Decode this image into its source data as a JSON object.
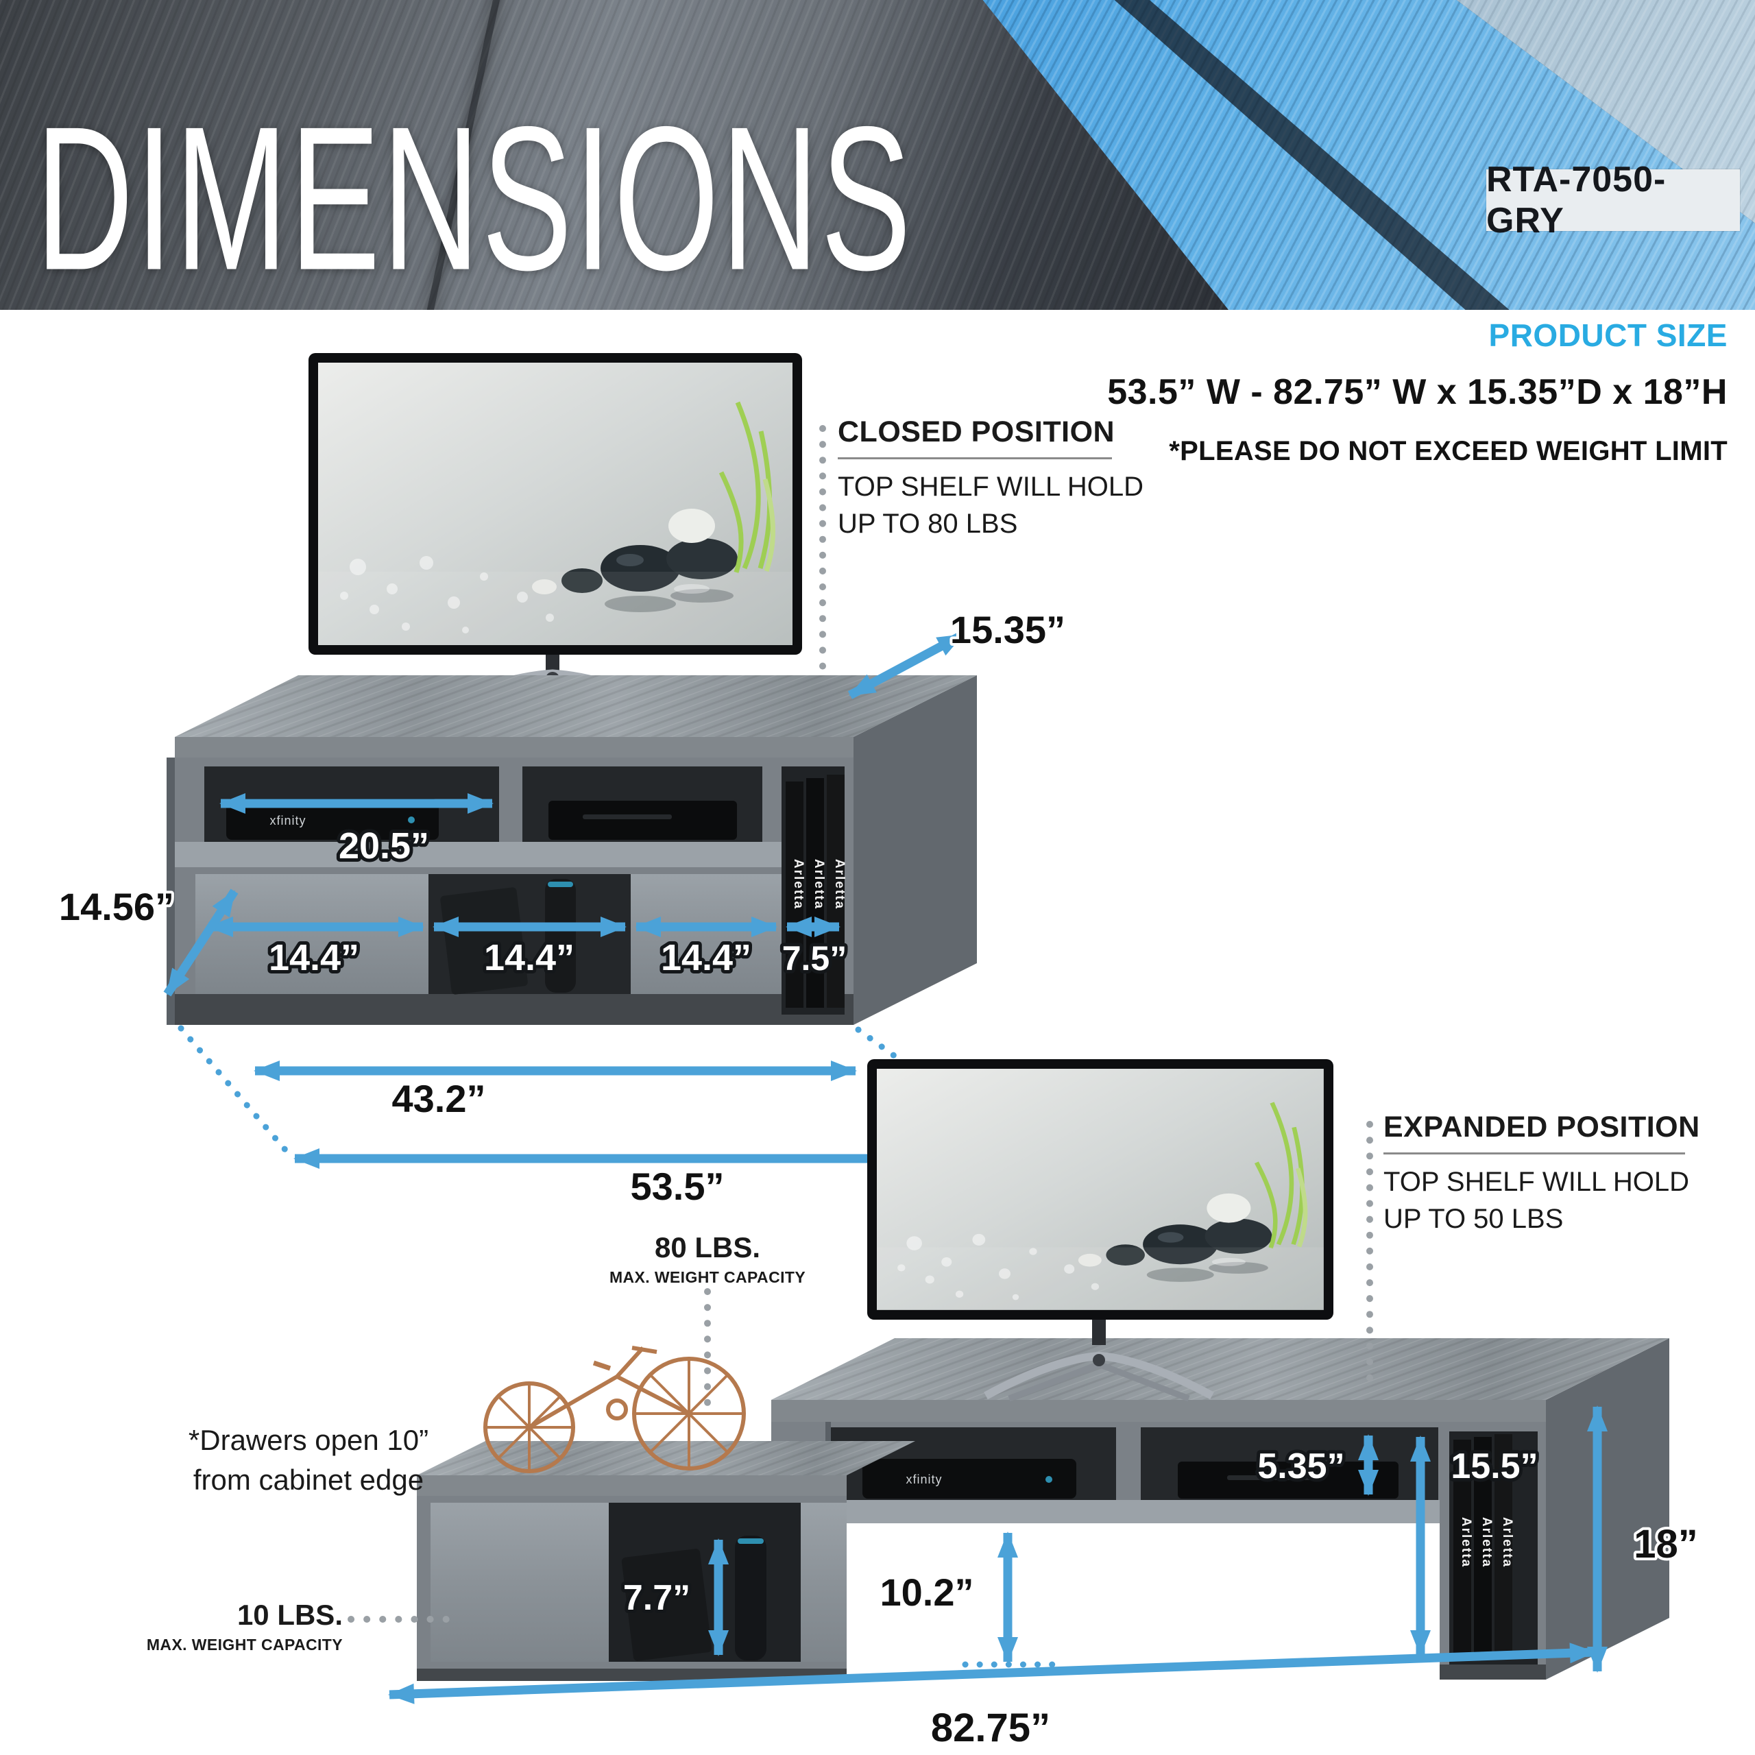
{
  "banner": {
    "title": "DIMENSIONS",
    "model": "RTA-7050-GRY"
  },
  "product_size": {
    "heading": "PRODUCT SIZE",
    "size": "53.5” W - 82.75” W x 15.35”D x 18”H",
    "warning": "*PLEASE DO NOT EXCEED WEIGHT LIMIT"
  },
  "closed": {
    "heading": "CLOSED POSITION",
    "hold_line1": "TOP SHELF WILL HOLD",
    "hold_line2": "UP TO 80 LBS",
    "dims": {
      "top_depth": "15.35”",
      "shelf_width": "20.5”",
      "drawer_left": "14.4”",
      "drawer_middle": "14.4”",
      "drawer_right": "14.4”",
      "book_slot_width": "7.5”",
      "base_depth": "14.56”",
      "cabinet_width": "43.2”",
      "total_width": "53.5”"
    }
  },
  "expanded": {
    "heading": "EXPANDED POSITION",
    "hold_line1": "TOP SHELF WILL HOLD",
    "hold_line2": "UP TO 50 LBS",
    "top_shelf_weight": "80 LBS.",
    "top_shelf_weight_label": "MAX. WEIGHT CAPACITY",
    "drawer_weight": "10 LBS.",
    "drawer_weight_label": "MAX. WEIGHT CAPACITY",
    "note_line1": "*Drawers open 10”",
    "note_line2": "from cabinet edge",
    "dims": {
      "compartment_height": "7.7”",
      "top_shelf_height": "5.35”",
      "bookcase_opening_height": "15.5”",
      "total_height": "18”",
      "base_to_shelf_gap": "10.2”",
      "total_width": "82.75”"
    }
  },
  "decor": {
    "book_spine": "Arletta",
    "cable_box_brand": "xfinity"
  },
  "colors": {
    "arrow_blue": "#4BA2D8",
    "heading_cyan": "#29ABE2",
    "wood_grey": "#7B8187",
    "banner_blue": "#3E9ADE"
  }
}
